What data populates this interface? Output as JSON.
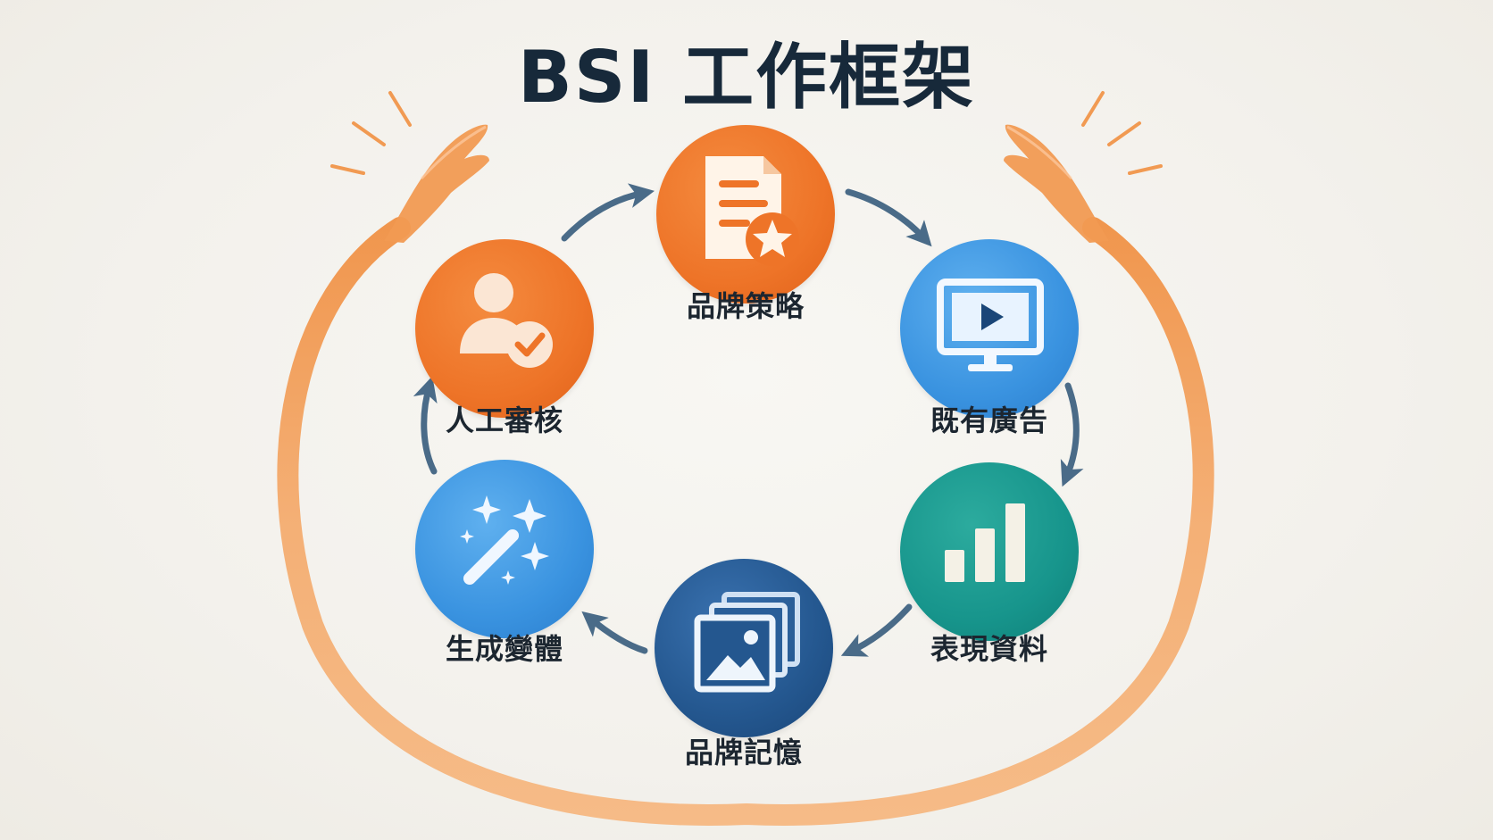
{
  "title": "BSI 工作框架",
  "nodes": [
    {
      "id": "brand-strategy",
      "label": "品牌策略",
      "icon": "document-star-icon",
      "color": "#ee7428"
    },
    {
      "id": "existing-ads",
      "label": "既有廣告",
      "icon": "monitor-play-icon",
      "color": "#3a93e0"
    },
    {
      "id": "performance-data",
      "label": "表現資料",
      "icon": "bar-chart-icon",
      "color": "#17958c"
    },
    {
      "id": "brand-memory",
      "label": "品牌記憶",
      "icon": "image-stack-icon",
      "color": "#24578f"
    },
    {
      "id": "generate-variants",
      "label": "生成變體",
      "icon": "magic-wand-icon",
      "color": "#3a93e0"
    },
    {
      "id": "human-review",
      "label": "人工審核",
      "icon": "user-check-icon",
      "color": "#ee7428"
    }
  ],
  "colors": {
    "arrow": "#4a6b88",
    "hands": "#f19a52",
    "title": "#17293a"
  }
}
